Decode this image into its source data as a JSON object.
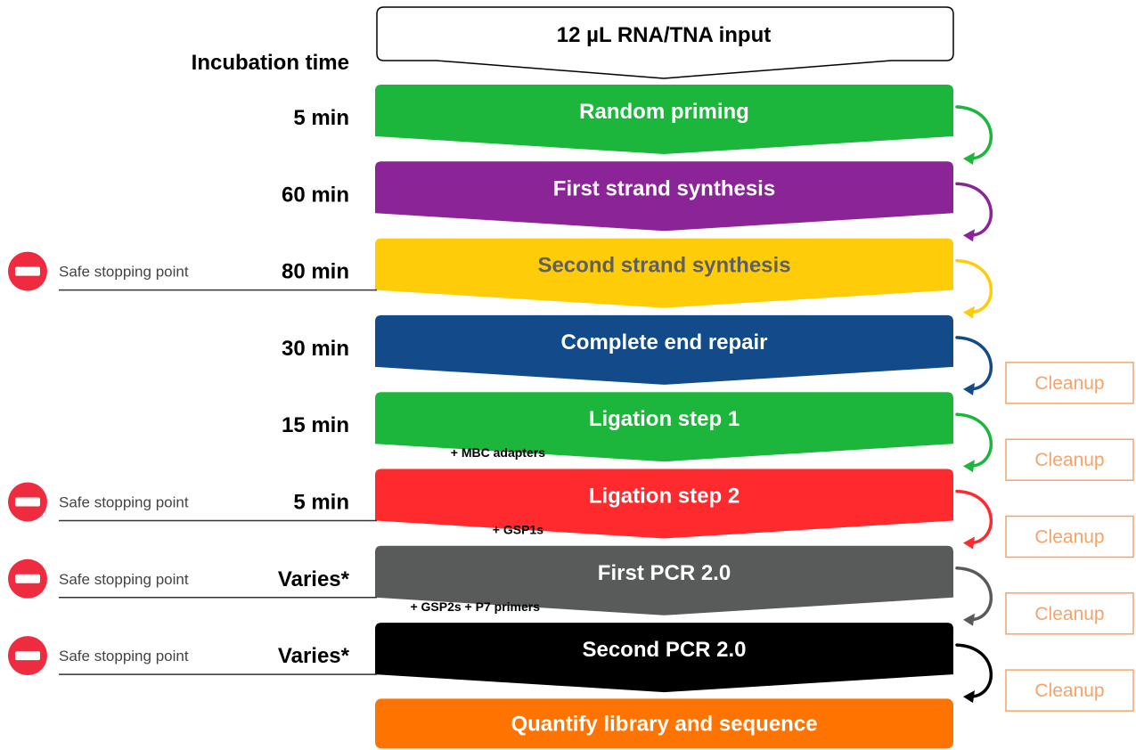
{
  "header": {
    "incubation_time_label": "Incubation time"
  },
  "input_box": {
    "label": "12 µL RNA/TNA input"
  },
  "steps": [
    {
      "label": "Random priming",
      "time": "5 min",
      "color": "#1DB63C",
      "text_color": "#ffffff",
      "arrow_color": "#1DB63C"
    },
    {
      "label": "First strand synthesis",
      "time": "60 min",
      "color": "#8A2497",
      "text_color": "#ffffff",
      "arrow_color": "#8A2497"
    },
    {
      "label": "Second strand synthesis",
      "time": "80 min",
      "color": "#FFCC0A",
      "text_color": "#5F5F5F",
      "arrow_color": "#FFCC0A"
    },
    {
      "label": "Complete end repair",
      "time": "30 min",
      "color": "#124A8A",
      "text_color": "#ffffff",
      "arrow_color": "#124A8A"
    },
    {
      "label": "Ligation step 1",
      "time": "15 min",
      "color": "#1DB63C",
      "text_color": "#ffffff",
      "arrow_color": "#1DB63C"
    },
    {
      "label": "Ligation step 2",
      "time": "5 min",
      "color": "#FF2A2E",
      "text_color": "#ffffff",
      "arrow_color": "#FF2A2E"
    },
    {
      "label": "First PCR 2.0",
      "time": "Varies*",
      "color": "#595A5A",
      "text_color": "#ffffff",
      "arrow_color": "#595A5A"
    },
    {
      "label": "Second PCR 2.0",
      "time": "Varies*",
      "color": "#000000",
      "text_color": "#ffffff",
      "arrow_color": "#000000"
    }
  ],
  "final_step": {
    "label": "Quantify library and sequence",
    "color": "#FF7300",
    "text_color": "#ffffff"
  },
  "additions": [
    {
      "text": "+ MBC adapters",
      "after_step": 4
    },
    {
      "text": "+ GSP1s",
      "after_step": 5
    },
    {
      "text": "+ GSP2s + P7 primers",
      "after_step": 6
    }
  ],
  "stopping_points": {
    "label": "Safe stopping point",
    "icon_color": "#EF2B3F",
    "steps": [
      2,
      5,
      6,
      7
    ]
  },
  "cleanups": {
    "label": "Cleanup",
    "border_color": "#F4A46A",
    "steps": [
      3,
      4,
      5,
      6,
      7
    ]
  }
}
